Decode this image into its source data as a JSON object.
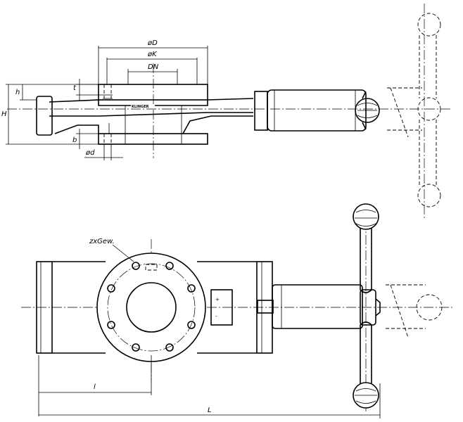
{
  "drawing": {
    "dimensions": {
      "flange_outer_diameter": "øD",
      "bolt_circle_diameter": "øK",
      "nominal_diameter": "DN",
      "thread_depth": "t",
      "flange_height": "h",
      "overall_height": "H",
      "flange_thickness": "b",
      "bolt_hole_diameter": "ød",
      "bolt_thread": "zxGew.",
      "flange_to_center_length": "l",
      "overall_length": "L"
    },
    "marking": "KLINGER",
    "symbols": {
      "plus": "+",
      "minus": "-"
    }
  }
}
